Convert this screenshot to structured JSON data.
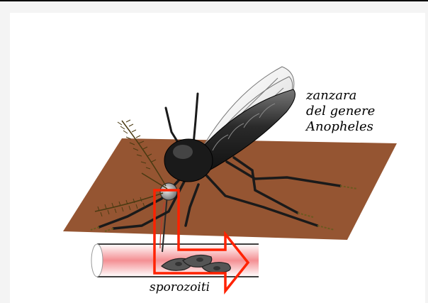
{
  "labels": {
    "mosquito": [
      "zanzara",
      "del genere",
      "Anopheles"
    ],
    "sporozoites": "sporozoiti"
  },
  "colors": {
    "skin": "#955532",
    "blood_vessel": "#f7b2b4",
    "arrow": "#ff2200",
    "body": "#1a1a1a",
    "frame": "#f4f4f4"
  }
}
